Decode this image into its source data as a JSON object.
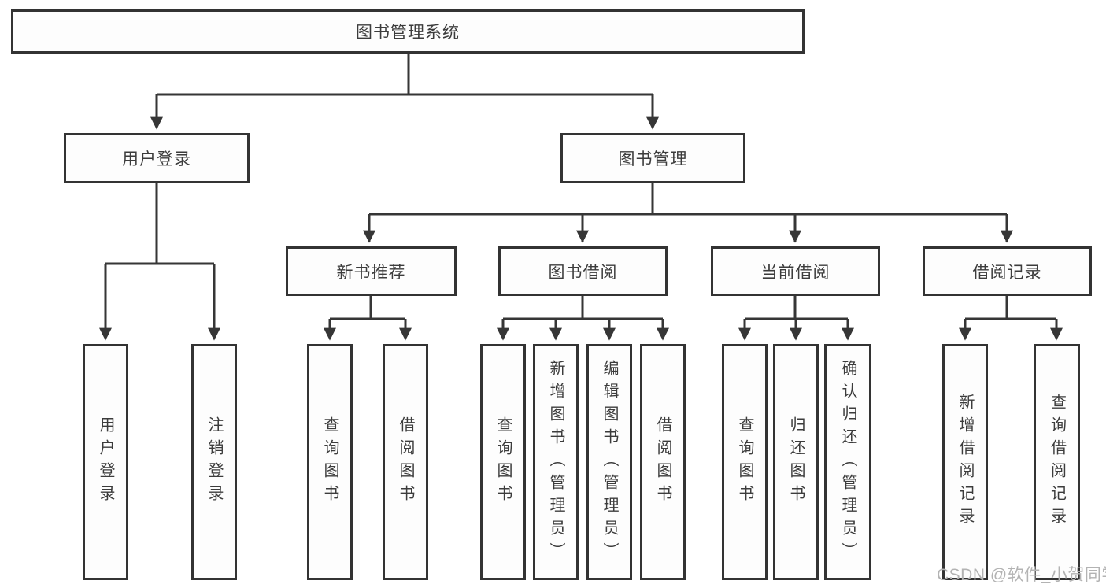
{
  "colors": {
    "background": "#ffffff",
    "line": "#363636",
    "box_border": "#333333",
    "box_fill": "#fdfdfd",
    "text": "#3c3c3c",
    "watermark_text": "#b3b3b3"
  },
  "watermark": {
    "text": "CSDN @软件_小贺同学"
  },
  "tree": {
    "root": {
      "label": "图书管理系统",
      "children": [
        {
          "label": "用户登录",
          "children": [
            {
              "label": "用户登录"
            },
            {
              "label": "注销登录"
            }
          ]
        },
        {
          "label": "图书管理",
          "children": [
            {
              "label": "新书推荐",
              "children": [
                {
                  "label": "查询图书"
                },
                {
                  "label": "借阅图书"
                }
              ]
            },
            {
              "label": "图书借阅",
              "children": [
                {
                  "label": "查询图书"
                },
                {
                  "label": "新增图书（管理员）"
                },
                {
                  "label": "编辑图书（管理员）"
                },
                {
                  "label": "借阅图书"
                }
              ]
            },
            {
              "label": "当前借阅",
              "children": [
                {
                  "label": "查询图书"
                },
                {
                  "label": "归还图书"
                },
                {
                  "label": "确认归还（管理员）"
                }
              ]
            },
            {
              "label": "借阅记录",
              "children": [
                {
                  "label": "新增借阅记录"
                },
                {
                  "label": "查询借阅记录"
                }
              ]
            }
          ]
        }
      ]
    }
  }
}
